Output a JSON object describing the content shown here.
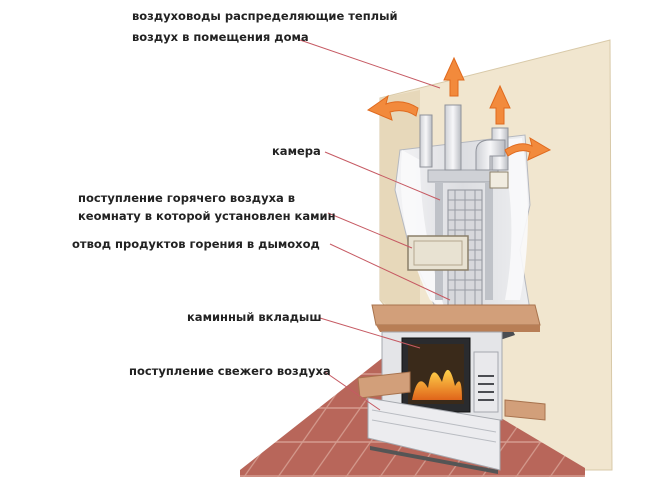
{
  "diagram": {
    "labels": {
      "ducts_line1": "воздуховоды распределяющие теплый",
      "ducts_line2": "воздух в помещения дома",
      "chamber": "камера",
      "hot_air_line1": "поступление горячего воздуха в",
      "hot_air_line2": "кеомнату в которой установлен камин",
      "flue": "отвод продуктов горения в дымоход",
      "insert": "каминный вкладыш",
      "fresh_air": "поступление свежего воздуха"
    },
    "colors": {
      "wall": "#f1e6cf",
      "floor": "#b8665a",
      "hood": "#e8e8ea",
      "mantel": "#d29f7a",
      "arrow": "#f28a3c",
      "leader": "#c65a63"
    }
  }
}
